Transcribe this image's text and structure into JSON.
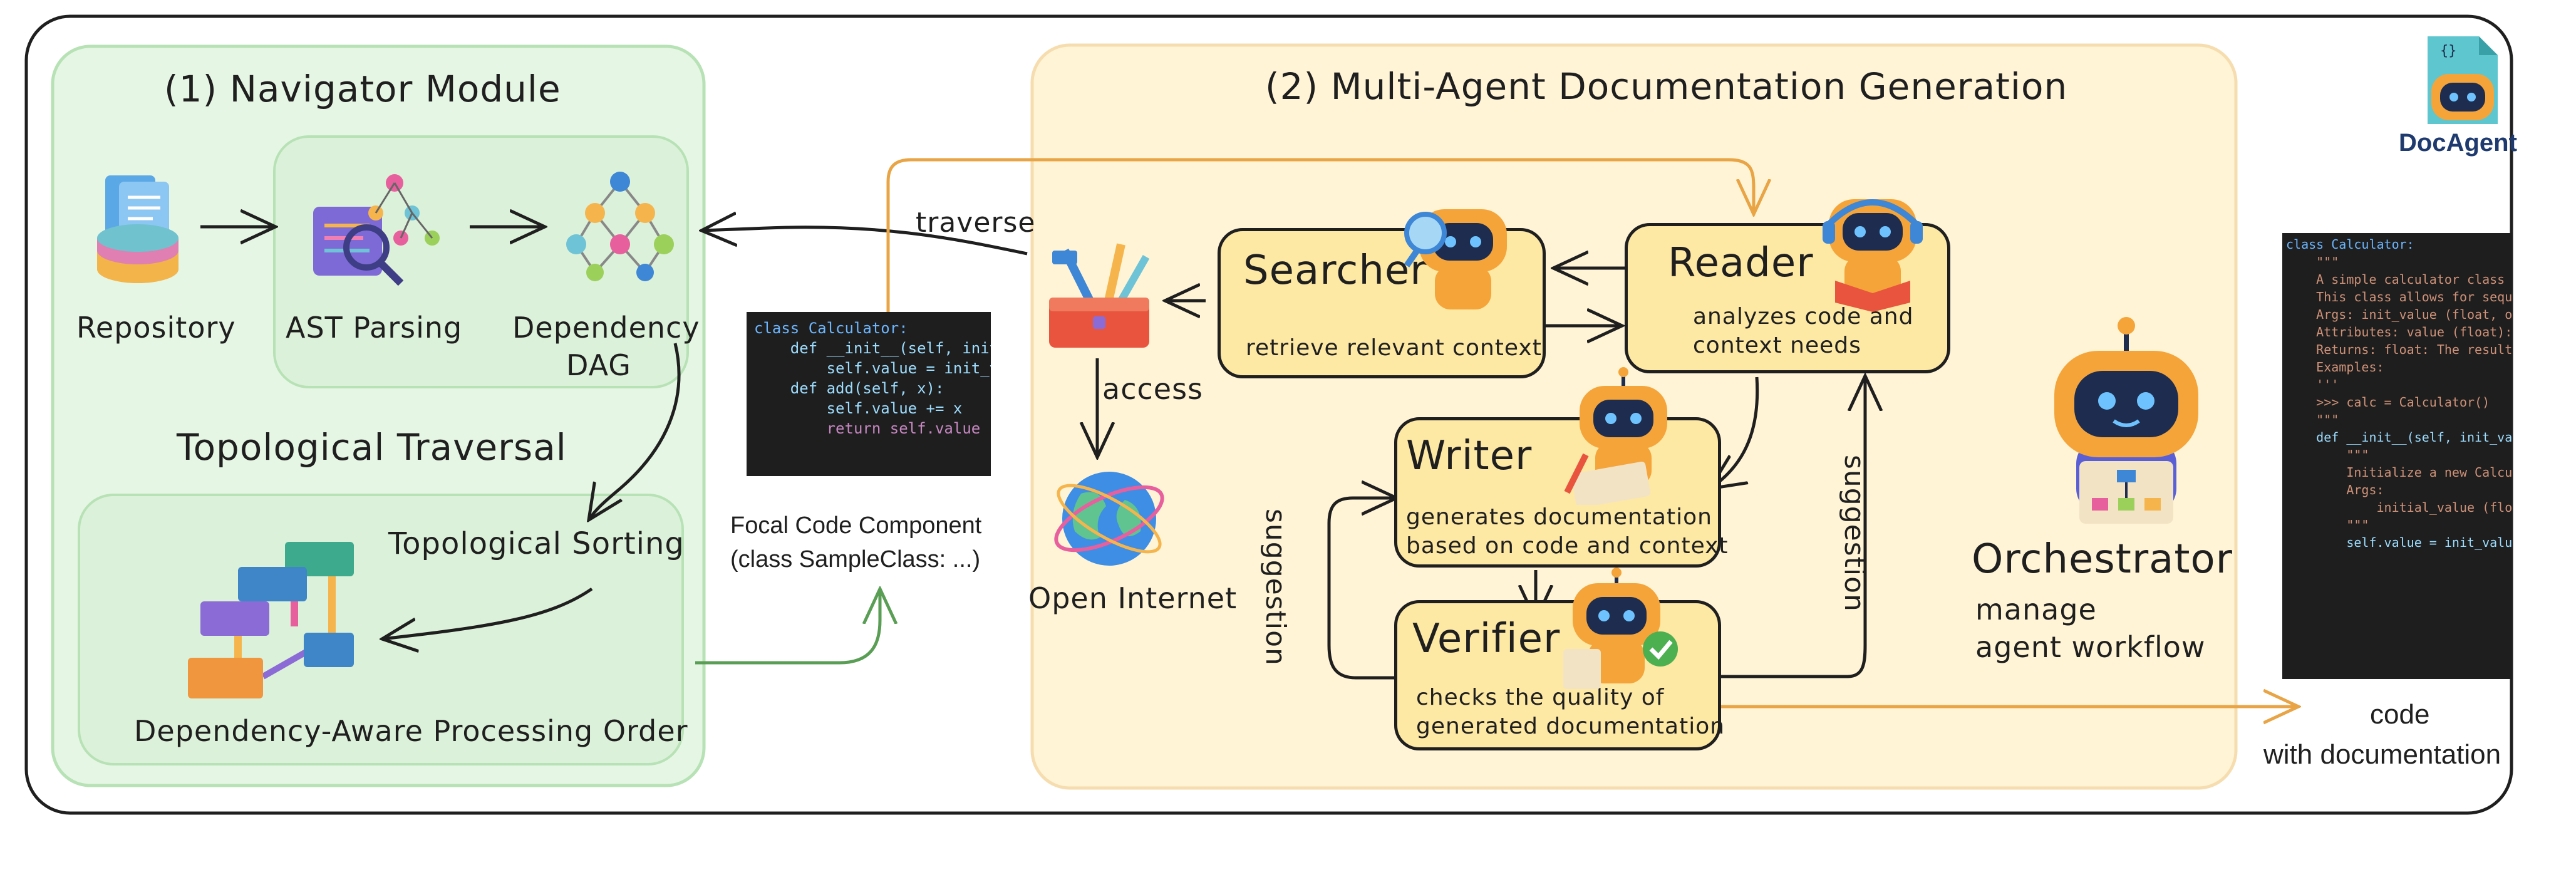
{
  "brand": {
    "name": "DocAgent"
  },
  "navigator": {
    "title": "(1) Navigator Module",
    "repository": "Repository",
    "ast": "AST Parsing",
    "dag_line1": "Dependency",
    "dag_line2": "DAG",
    "traversal": "Topological Traversal",
    "sorting": "Topological Sorting",
    "order": "Dependency-Aware Processing Order"
  },
  "focal": {
    "code": [
      "class Calculator:",
      "    def __init__(self, init",
      "        self.value = init_v",
      "",
      "    def add(self, x):",
      "        self.value += x",
      "        return self.value"
    ],
    "caption_line1": "Focal Code Component",
    "caption_line2": "(class SampleClass: ...)"
  },
  "multiagent": {
    "title": "(2) Multi-Agent Documentation Generation",
    "traverse": "traverse",
    "access": "access",
    "internet": "Open Internet",
    "searcher": {
      "name": "Searcher",
      "desc": "retrieve relevant context"
    },
    "reader": {
      "name": "Reader",
      "desc1": "analyzes code and",
      "desc2": "context needs"
    },
    "writer": {
      "name": "Writer",
      "desc1": "generates documentation",
      "desc2": "based on code and context"
    },
    "verifier": {
      "name": "Verifier",
      "desc1": "checks the quality of",
      "desc2": "generated documentation"
    },
    "suggestion_left": "suggestion",
    "suggestion_right": "suggestion",
    "orchestrator": {
      "name": "Orchestrator",
      "desc1": "manage",
      "desc2": "agent workflow"
    }
  },
  "output": {
    "code": [
      "class Calculator:",
      "    \"\"\"",
      "    A simple calculator class th",
      "",
      "    This class allows for sequen",
      "",
      "    Args: init_value (float, opt",
      "",
      "    Attributes: value (float): T",
      "",
      "    Returns: float: The result o",
      "",
      "    Examples:",
      "    '''",
      "    >>> calc = Calculator()",
      "    \"\"\"",
      "",
      "    def __init__(self, init_valu",
      "        \"\"\"",
      "        Initialize a new Calcula",
      "",
      "        Args:",
      "            initial_value (float",
      "        \"\"\"",
      "        self.value = init_value"
    ],
    "caption_line1": "code",
    "caption_line2": "with documentation"
  },
  "colors": {
    "navigator_bg": "#e6f6e4",
    "navigator_border": "#b7e2b5",
    "multiagent_bg": "#fff4d6",
    "multiagent_border": "#f6ddb0",
    "agent_box": "#fde8a4",
    "orange_arrow": "#e8a445",
    "green_arrow": "#5a9e55"
  }
}
